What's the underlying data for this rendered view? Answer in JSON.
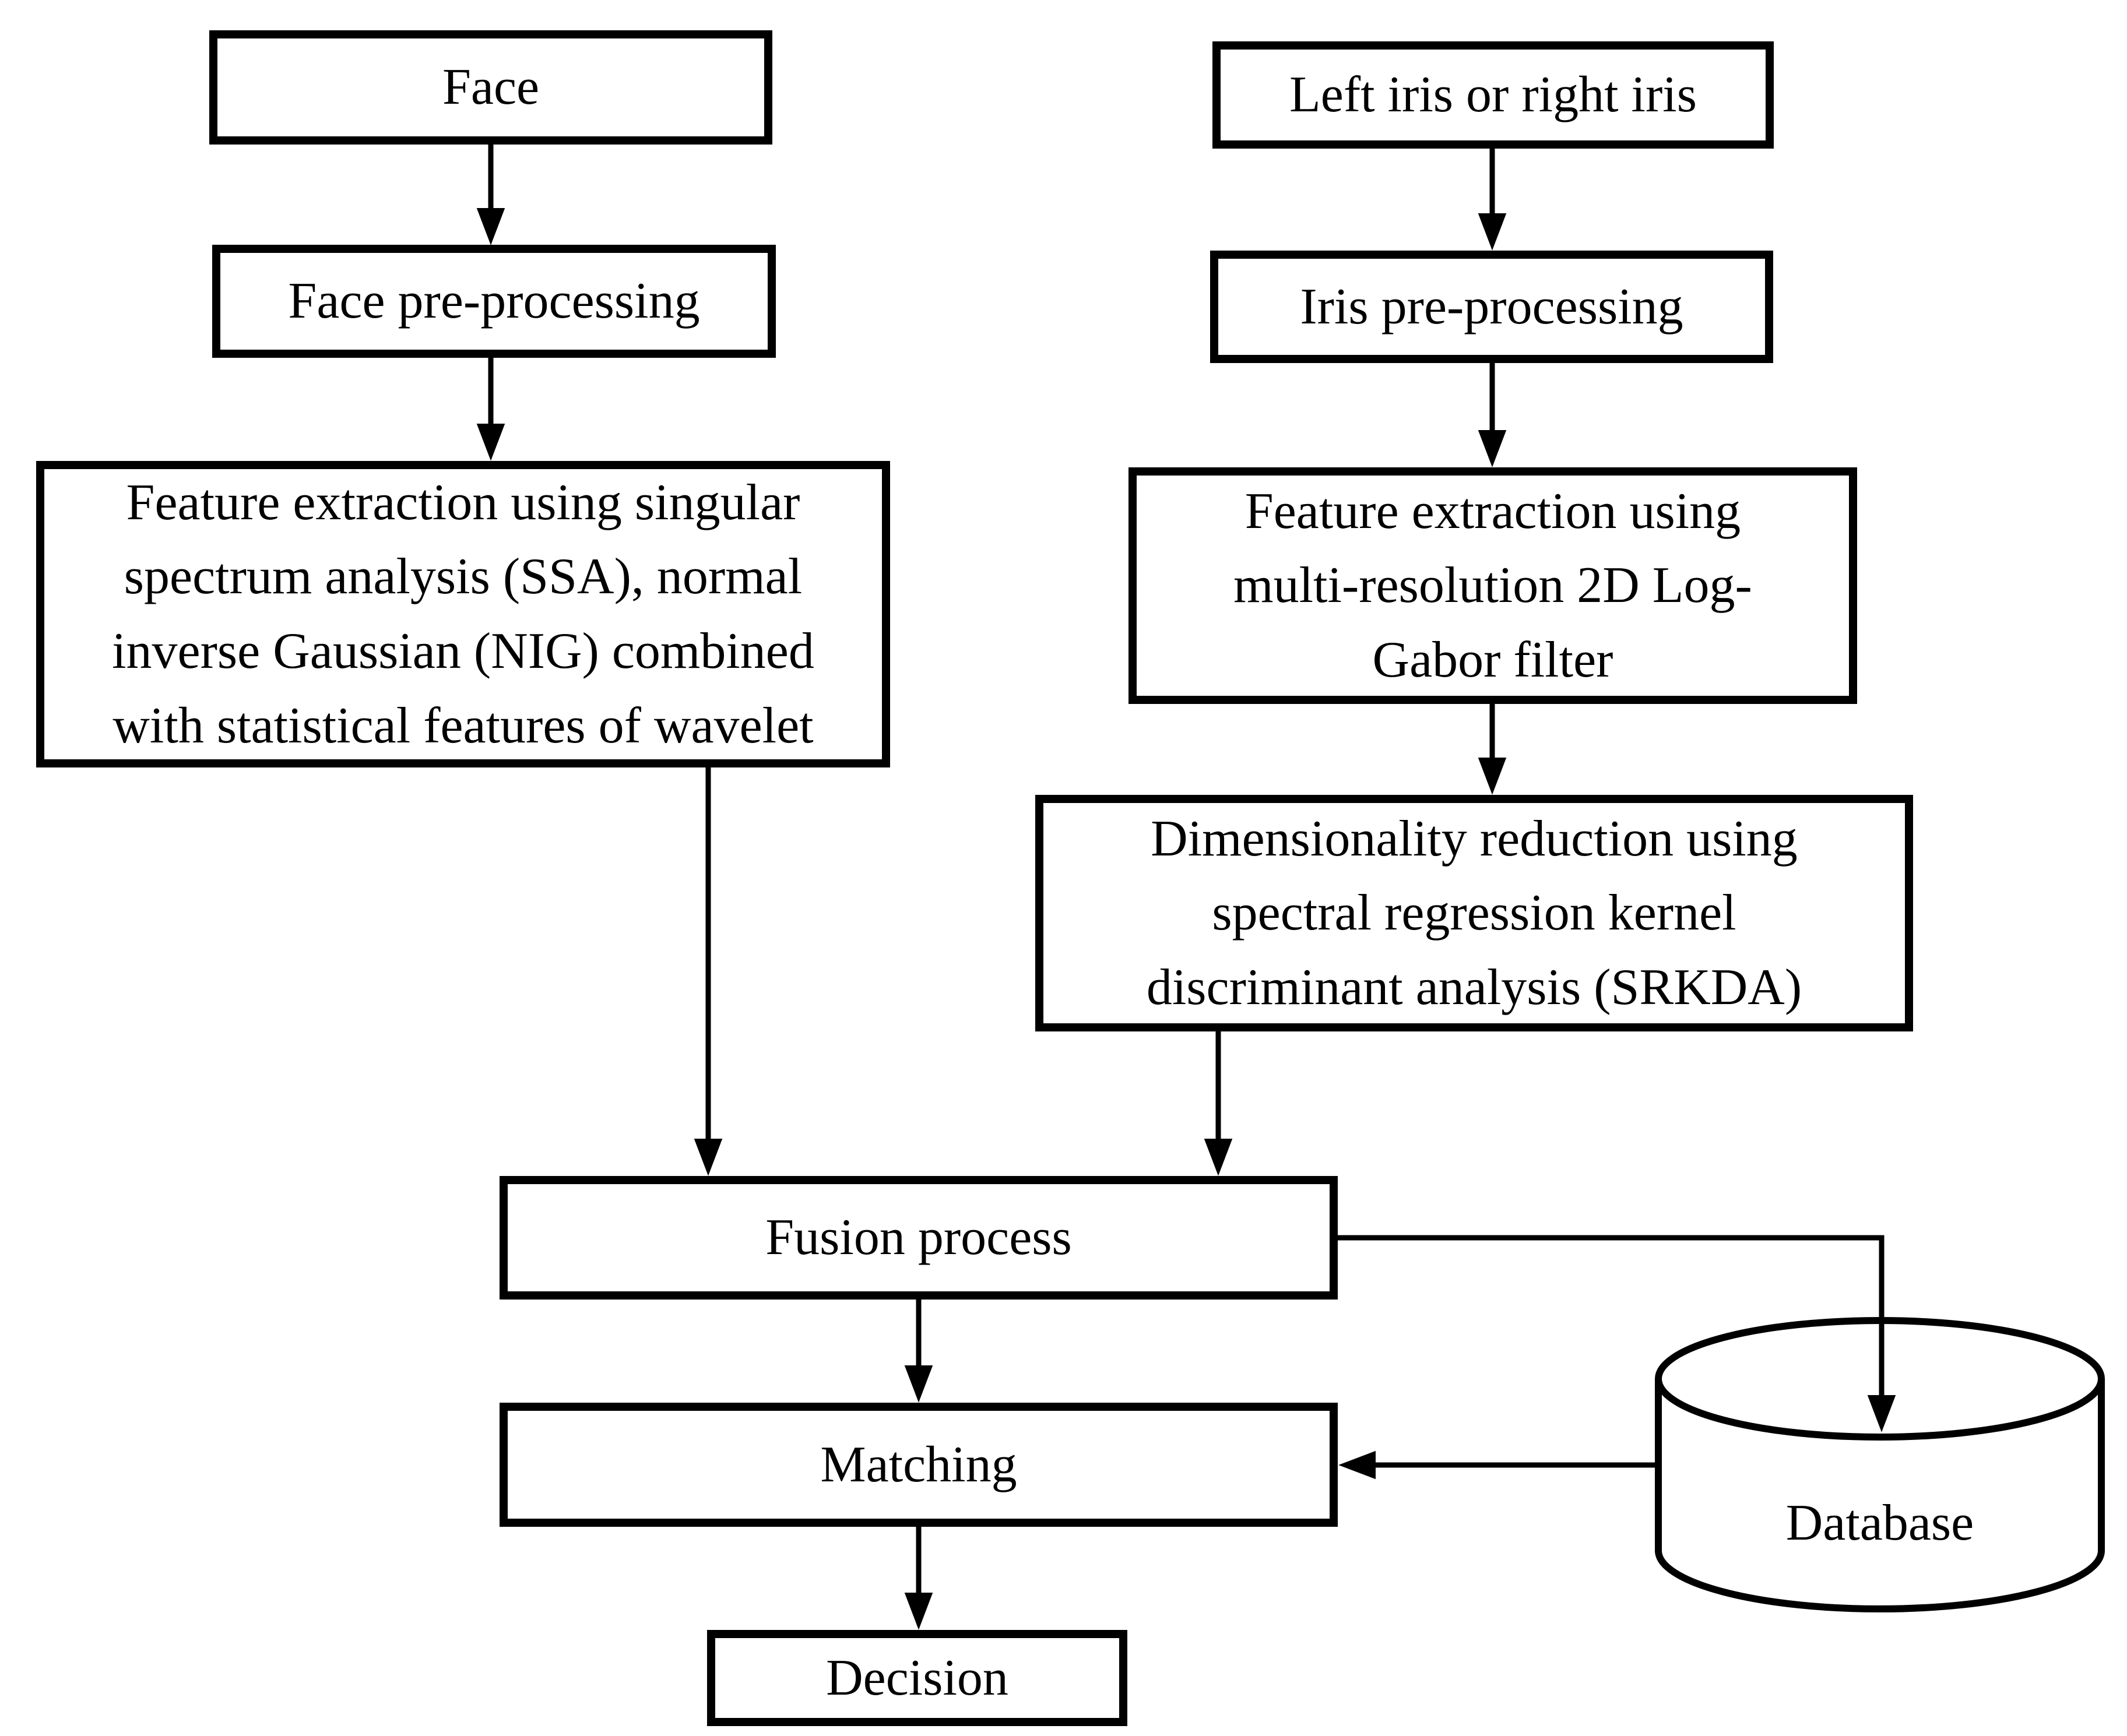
{
  "diagram": {
    "title": "Multimodal face and iris biometric recognition flowchart",
    "colors": {
      "background": "#ffffff",
      "box_fill": "#ffffff",
      "stroke": "#000000",
      "text": "#000000"
    },
    "nodes": {
      "face": {
        "label": "Face"
      },
      "face_preprocessing": {
        "label": "Face pre-processing"
      },
      "face_feature_extraction": {
        "label": [
          "Feature extraction using singular",
          "spectrum analysis (SSA), normal",
          "inverse Gaussian (NIG) combined",
          "with statistical features of wavelet"
        ]
      },
      "iris_input": {
        "label": "Left iris or right iris"
      },
      "iris_preprocessing": {
        "label": "Iris pre-processing"
      },
      "iris_feature_extraction": {
        "label": [
          "Feature extraction using",
          "multi-resolution 2D Log-",
          "Gabor filter"
        ]
      },
      "dimensionality_reduction": {
        "label": [
          "Dimensionality reduction using",
          "spectral regression kernel",
          "discriminant analysis (SRKDA)"
        ]
      },
      "fusion": {
        "label": "Fusion process"
      },
      "matching": {
        "label": "Matching"
      },
      "decision": {
        "label": "Decision"
      },
      "database": {
        "label": "Database"
      }
    },
    "edges": [
      {
        "from": "face",
        "to": "face_preprocessing"
      },
      {
        "from": "face_preprocessing",
        "to": "face_feature_extraction"
      },
      {
        "from": "face_feature_extraction",
        "to": "fusion"
      },
      {
        "from": "iris_input",
        "to": "iris_preprocessing"
      },
      {
        "from": "iris_preprocessing",
        "to": "iris_feature_extraction"
      },
      {
        "from": "iris_feature_extraction",
        "to": "dimensionality_reduction"
      },
      {
        "from": "dimensionality_reduction",
        "to": "fusion"
      },
      {
        "from": "fusion",
        "to": "matching"
      },
      {
        "from": "fusion",
        "to": "database"
      },
      {
        "from": "database",
        "to": "matching"
      },
      {
        "from": "matching",
        "to": "decision"
      }
    ]
  }
}
